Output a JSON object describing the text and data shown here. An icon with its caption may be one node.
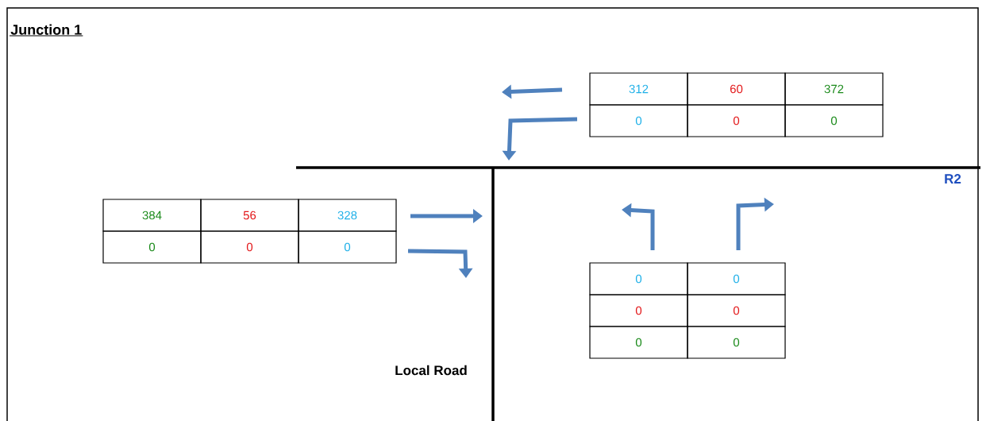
{
  "diagram": {
    "title": "Junction 1",
    "labels": [
      "312",
      "60",
      "372",
      "0",
      "0",
      "0",
      "R2",
      "384",
      "56",
      "328",
      "0",
      "0",
      "0",
      "0",
      "0",
      "0",
      "0",
      "0",
      "0",
      "Local Road"
    ]
  }
}
